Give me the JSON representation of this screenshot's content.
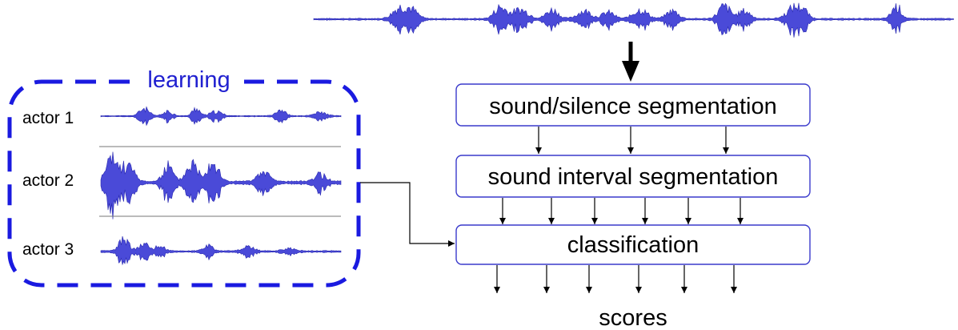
{
  "colors": {
    "accent_blue": "#1a1ae0",
    "waveform_fill": "#4a4ad8",
    "box_border": "#3a3acc",
    "text": "#000000"
  },
  "learning": {
    "title": "learning",
    "actors": [
      "actor 1",
      "actor 2",
      "actor 3"
    ]
  },
  "pipeline": {
    "step1": "sound/silence segmentation",
    "step2": "sound interval segmentation",
    "step3": "classification",
    "output": "scores"
  }
}
